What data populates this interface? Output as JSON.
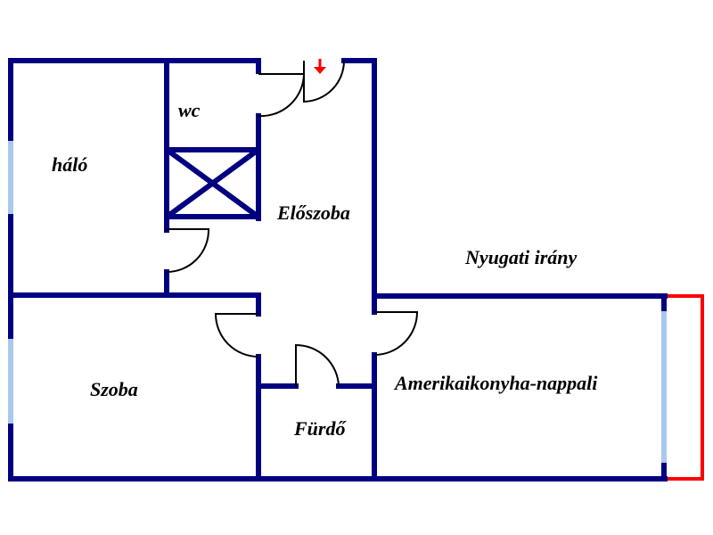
{
  "floorplan": {
    "rooms": {
      "halo": "háló",
      "wc": "wc",
      "eloszoba": "Előszoba",
      "szoba": "Szoba",
      "furdo": "Fürdő",
      "nappali": "Amerikaikonyha-nappali"
    },
    "orientation_label": "Nyugati irány",
    "colors": {
      "wall": "#000080",
      "window": "#a8c8ee",
      "door": "#000000",
      "balcony": "#ff0000",
      "entrance_arrow": "#ff0000"
    },
    "icons": {
      "entrance": "down-arrow-icon",
      "shaft": "crossed-box-icon"
    }
  }
}
